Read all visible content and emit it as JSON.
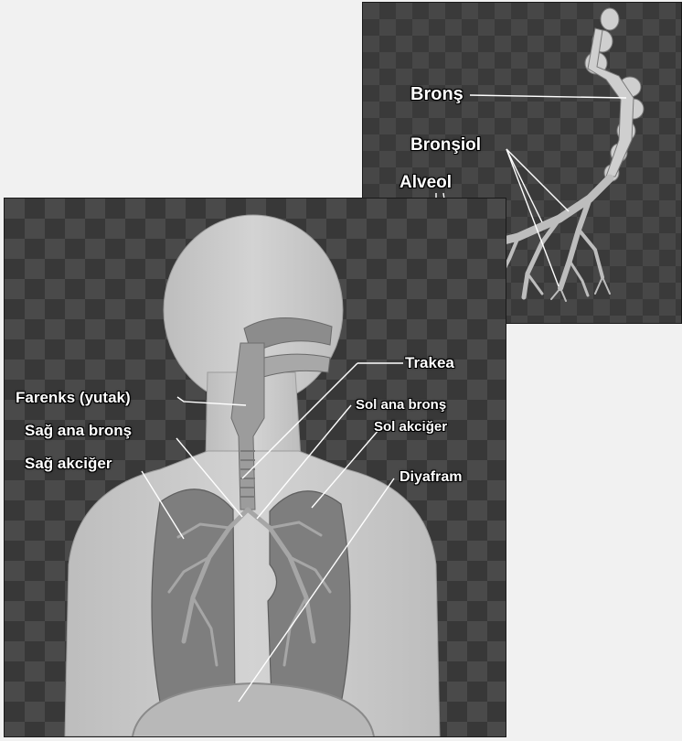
{
  "labels": {
    "farenks": "Farenks (yutak)",
    "sag_ana_brons": "Sağ ana bronş",
    "sag_akciger": "Sağ akciğer",
    "trakea": "Trakea",
    "sol_ana_brons": "Sol ana bronş",
    "sol_akciger": "Sol akciğer",
    "diyafram": "Diyafram"
  },
  "inset_labels": {
    "brons": "Bronş",
    "bronsiol": "Bronşiol",
    "alveol": "Alveol"
  },
  "colors": {
    "panel_dark": "#3a3a3a",
    "panel_light": "#4c4c4c",
    "body_gray": "#c7c7c7",
    "lung_gray": "#7d7d7d",
    "airway": "#9a9a9a",
    "leader_line": "#ffffff"
  }
}
